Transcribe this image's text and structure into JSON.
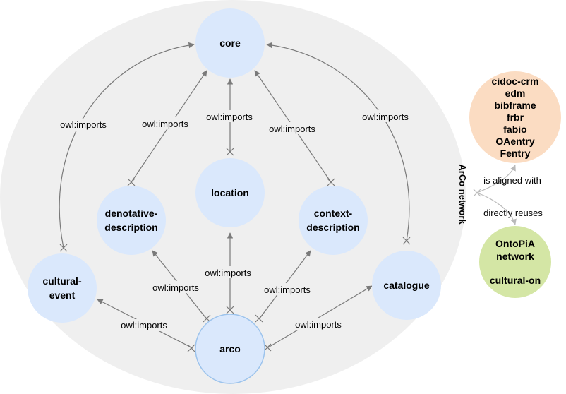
{
  "diagram": {
    "group_label": "ArCo network",
    "colors": {
      "background_ellipse": "#efefef",
      "node_fill": "#dae8fc",
      "node_highlight_stroke": "#9cc3ec",
      "external_fill": "#fbdcc2",
      "ontopia_fill": "#d4e6a5",
      "edge": "#7a7a7a",
      "legend_edge": "#b9b9b9"
    },
    "nodes": {
      "core": "core",
      "location": "location",
      "denotative_1": "denotative-",
      "denotative_2": "description",
      "context_1": "context-",
      "context_2": "description",
      "cultural_1": "cultural-",
      "cultural_2": "event",
      "catalogue": "catalogue",
      "arco": "arco"
    },
    "edge_label": "owl:imports",
    "external": [
      "cidoc-crm",
      "edm",
      "bibframe",
      "frbr",
      "fabio",
      "OAentry",
      "Fentry"
    ],
    "ontopia": {
      "line1": "OntoPiA",
      "line2": "network",
      "line3": "cultural-on"
    },
    "relations": {
      "aligned": "is aligned with",
      "reuses": "directly reuses"
    }
  }
}
